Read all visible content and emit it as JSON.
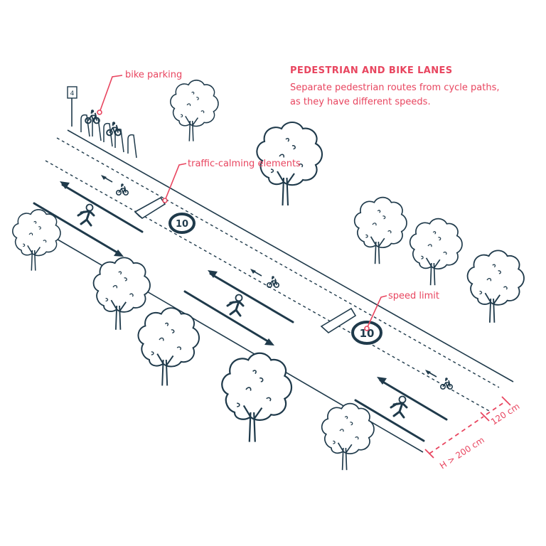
{
  "colors": {
    "ink": "#1f3a4b",
    "accent": "#e8455f",
    "background": "#ffffff"
  },
  "header": {
    "title": "PEDESTRIAN AND BIKE LANES",
    "description_line1": "Separate pedestrian routes from cycle paths,",
    "description_line2": "as they have different speeds."
  },
  "labels": {
    "bike_parking": "bike parking",
    "traffic_calming": "traffic-calming elements",
    "speed_limit": "speed limit"
  },
  "signs": {
    "speed_value": "10",
    "parking_sign": "4"
  },
  "dimensions": {
    "pedestrian_width": "H > 200 cm",
    "bike_width": "120 cm"
  },
  "icons": {
    "pedestrian": "pedestrian-icon",
    "bicycle": "bicycle-icon",
    "tree": "tree-icon"
  }
}
